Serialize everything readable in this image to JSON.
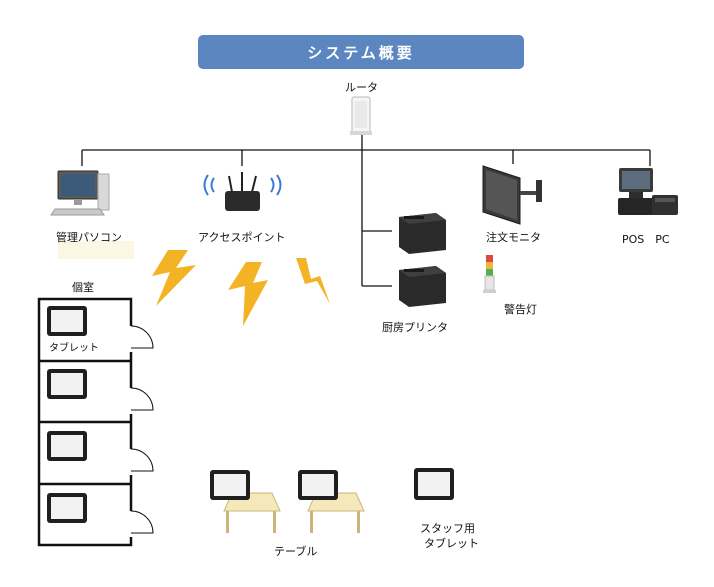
{
  "title": "システム概要",
  "labels": {
    "router": "ルータ",
    "pc": "管理パソコン",
    "access_point": "アクセスポイント",
    "order_monitor": "注文モニタ",
    "pos": "POS　PC",
    "warning_light": "警告灯",
    "kitchen_printer": "厨房プリンタ",
    "private_room": "個室",
    "tablet": "タブレット",
    "table": "テーブル",
    "staff_tablet_line1": "スタッフ用",
    "staff_tablet_line2": "タブレット"
  },
  "colors": {
    "title_bg": "#5b86c0",
    "lightning": "#f4b324",
    "wifi": "#3a7bd5",
    "table_top": "#f5e9bb"
  }
}
